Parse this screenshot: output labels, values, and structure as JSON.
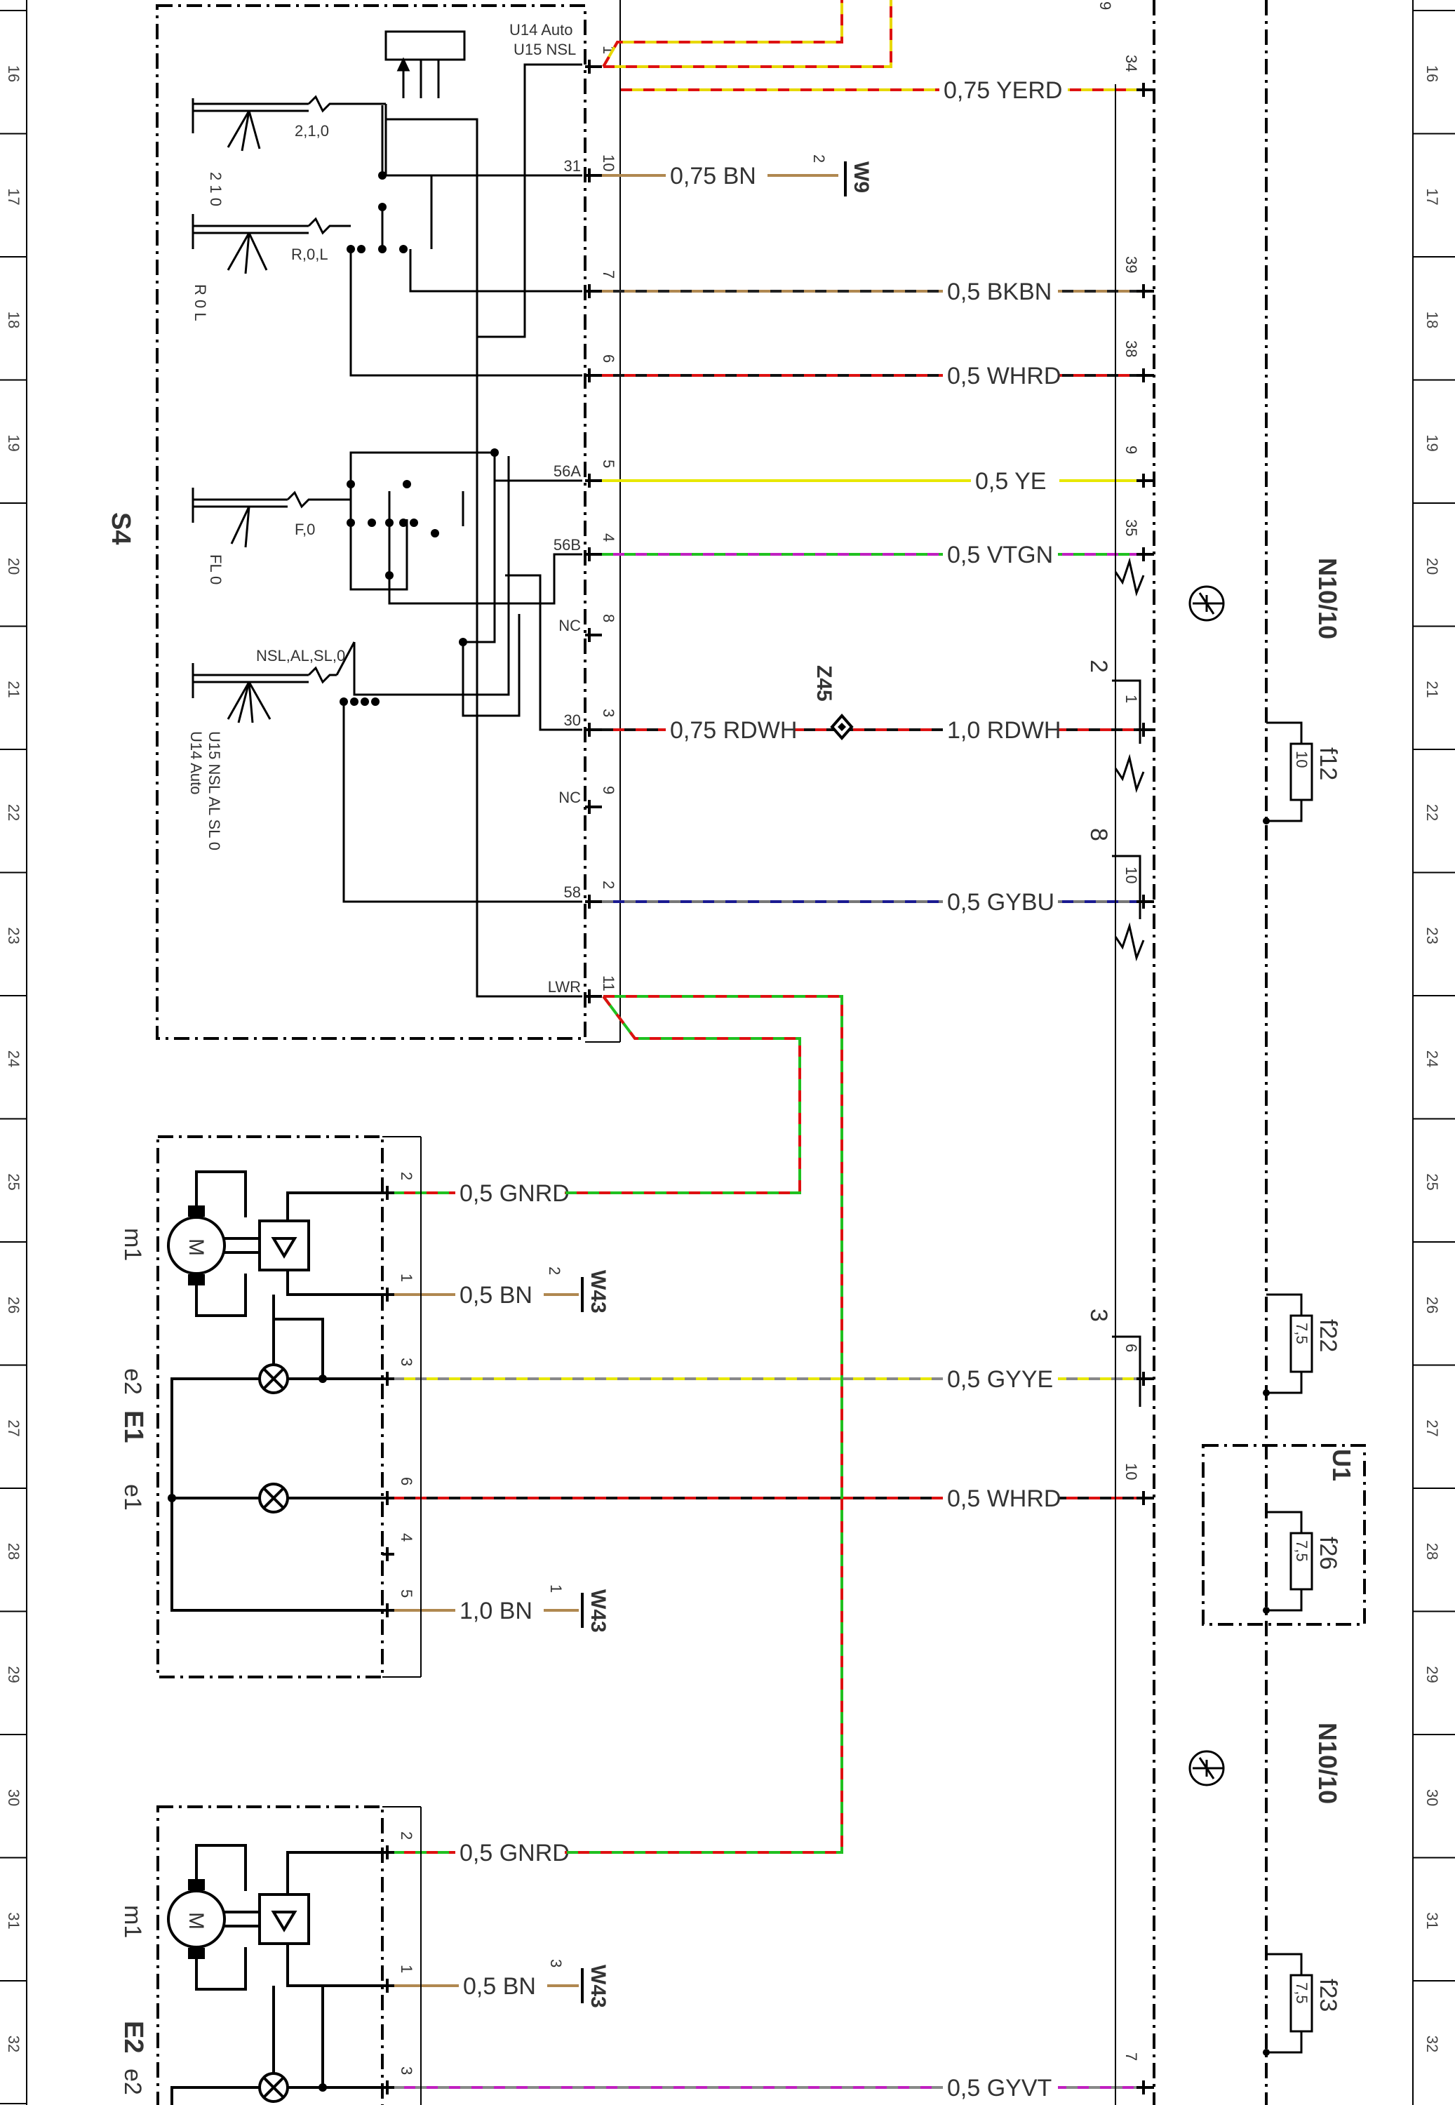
{
  "grid_rows": [
    {
      "label": "16"
    },
    {
      "label": "17"
    },
    {
      "label": "18"
    },
    {
      "label": "19"
    },
    {
      "label": "20"
    },
    {
      "label": "21"
    },
    {
      "label": "22"
    },
    {
      "label": "23"
    },
    {
      "label": "24"
    },
    {
      "label": "25"
    },
    {
      "label": "26"
    },
    {
      "label": "27"
    },
    {
      "label": "28"
    },
    {
      "label": "29"
    },
    {
      "label": "30"
    },
    {
      "label": "31"
    },
    {
      "label": "32"
    }
  ],
  "components": {
    "s4": "S4",
    "e1": "E1",
    "e2": "E2",
    "n10_top": "N10/10",
    "n10_bottom": "N10/10",
    "u1": "U1",
    "z45": "Z45",
    "m1_e1": "m1",
    "m1_e2": "m1",
    "e1_lamp": "e1",
    "e2_lamp_e1": "e2",
    "e2_lamp_e2": "e2",
    "motor_symbol": "M"
  },
  "switch_labels": {
    "sw1_pos": "2,1,0",
    "sw1_nums": "2  1  0",
    "sw2_pos": "R,0,L",
    "sw2_nums": "R   0   L",
    "sw3_pos": "F,0",
    "sw3_nums": "FL  0",
    "sw4_pos": "NSL,AL,SL,0",
    "sw4_nums_1": "U15 NSL  AL  SL  0",
    "sw4_nums_2": "U14 Auto",
    "u14": "U14 Auto",
    "u15": "U15 NSL"
  },
  "s4_pins": [
    {
      "name": "",
      "num": "1"
    },
    {
      "name": "31",
      "num": "10"
    },
    {
      "name": "",
      "num": "7"
    },
    {
      "name": "",
      "num": "6"
    },
    {
      "name": "56A",
      "num": "5"
    },
    {
      "name": "56B",
      "num": "4"
    },
    {
      "name": "NC",
      "num": "8"
    },
    {
      "name": "30",
      "num": "3"
    },
    {
      "name": "NC",
      "num": "9"
    },
    {
      "name": "58",
      "num": "2"
    },
    {
      "name": "LWR",
      "num": "11"
    }
  ],
  "wires": [
    {
      "label": "0,75 YERD",
      "color1": "#e8d800",
      "color2": "#dd1111"
    },
    {
      "label": "0,75 BN",
      "color1": "#b08850",
      "color2": "#b08850"
    },
    {
      "label": "0,5 BKBN",
      "color1": "#222222",
      "color2": "#b08850"
    },
    {
      "label": "0,5 WHRD",
      "color1": "#111111",
      "color2": "#dd1111"
    },
    {
      "label": "0,5 YE",
      "color1": "#e8e800",
      "color2": "#e8e800"
    },
    {
      "label": "0,5 VTGN",
      "color1": "#c020c0",
      "color2": "#20c020"
    },
    {
      "label": "0,75 RDWH",
      "color1": "#dd1111",
      "color2": "#111111"
    },
    {
      "label": "1,0 RDWH",
      "color1": "#dd1111",
      "color2": "#111111"
    },
    {
      "label": "0,5 GYBU",
      "color1": "#1a1a90",
      "color2": "#777777"
    },
    {
      "label": "0,5 GNRD",
      "color1": "#dd1111",
      "color2": "#20c020"
    },
    {
      "label": "0,5 BN",
      "color1": "#b08850",
      "color2": "#b08850"
    },
    {
      "label": "0,5 GYYE",
      "color1": "#e8e800",
      "color2": "#888888"
    },
    {
      "label": "0,5 WHRD",
      "color1": "#111111",
      "color2": "#dd1111"
    },
    {
      "label": "1,0 BN",
      "color1": "#b08850",
      "color2": "#b08850"
    },
    {
      "label": "0,5 GNRD",
      "color1": "#dd1111",
      "color2": "#20c020"
    },
    {
      "label": "0,5 BN",
      "color1": "#b08850",
      "color2": "#b08850"
    },
    {
      "label": "0,5 GYVT",
      "color1": "#c020c0",
      "color2": "#888888"
    }
  ],
  "grounds": [
    {
      "name": "W9",
      "num": "2"
    },
    {
      "name": "W43",
      "num": "2"
    },
    {
      "name": "W43",
      "num": "1"
    },
    {
      "name": "W43",
      "num": "3"
    }
  ],
  "right_pins": [
    "34",
    "39",
    "38",
    "9",
    "35",
    "1",
    "10",
    "6",
    "10",
    "7"
  ],
  "right_group_nums": [
    "2",
    "8",
    "3"
  ],
  "fuses": [
    {
      "name": "f12",
      "value": "10"
    },
    {
      "name": "f22",
      "value": "7,5"
    },
    {
      "name": "f26",
      "value": "7,5"
    },
    {
      "name": "f23",
      "value": "7,5"
    }
  ],
  "e1_pins": [
    "2",
    "1",
    "3",
    "6",
    "4",
    "5"
  ],
  "e2_pins": [
    "2",
    "1",
    "3"
  ],
  "top_partial": "9"
}
